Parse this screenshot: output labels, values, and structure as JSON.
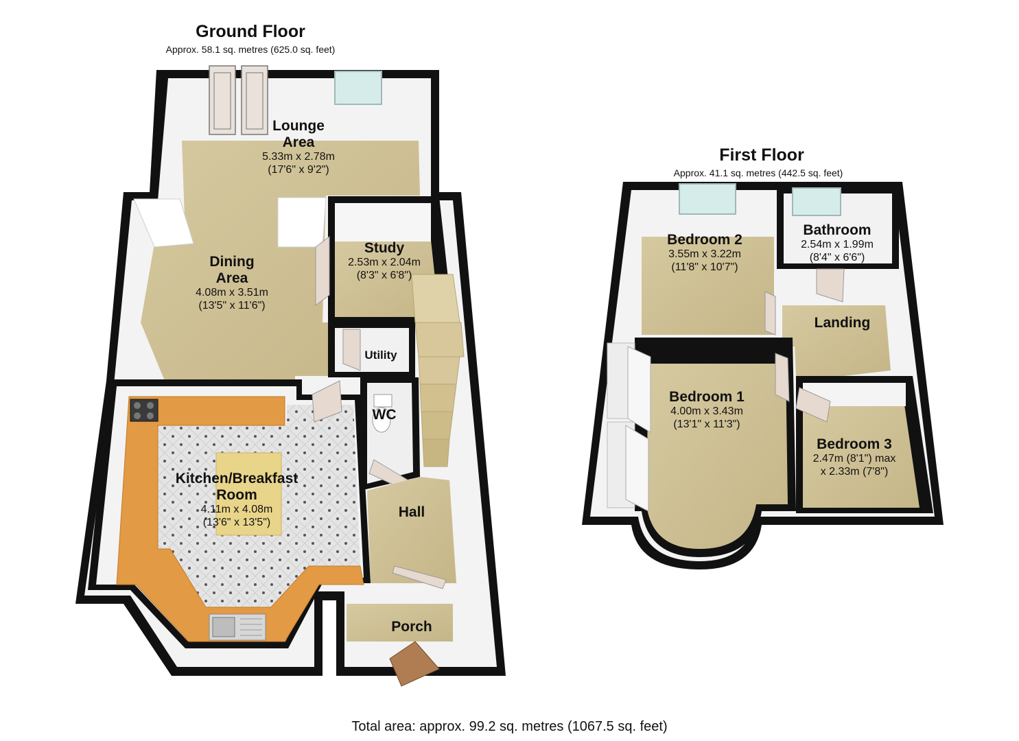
{
  "ground_floor": {
    "title": "Ground Floor",
    "area": "Approx. 58.1 sq. metres (625.0 sq. feet)",
    "rooms": [
      {
        "name_lines": [
          "Lounge",
          "Area"
        ],
        "dimensions": [
          "5.33m x 2.78m",
          "(17'6\" x 9'2\")"
        ]
      },
      {
        "name_lines": [
          "Dining",
          "Area"
        ],
        "dimensions": [
          "4.08m x 3.51m",
          "(13'5\" x 11'6\")"
        ]
      },
      {
        "name_lines": [
          "Study"
        ],
        "dimensions": [
          "2.53m x 2.04m",
          "(8'3\" x 6'8\")"
        ]
      },
      {
        "name_lines": [
          "Utility"
        ],
        "dimensions": []
      },
      {
        "name_lines": [
          "WC"
        ],
        "dimensions": []
      },
      {
        "name_lines": [
          "Kitchen/Breakfast",
          "Room"
        ],
        "dimensions": [
          "4.11m x 4.08m",
          "(13'6\" x 13'5\")"
        ]
      },
      {
        "name_lines": [
          "Hall"
        ],
        "dimensions": []
      },
      {
        "name_lines": [
          "Porch"
        ],
        "dimensions": []
      }
    ]
  },
  "first_floor": {
    "title": "First Floor",
    "area": "Approx. 41.1 sq. metres (442.5 sq. feet)",
    "rooms": [
      {
        "name_lines": [
          "Bedroom 2"
        ],
        "dimensions": [
          "3.55m x 3.22m",
          "(11'8\" x 10'7\")"
        ]
      },
      {
        "name_lines": [
          "Bathroom"
        ],
        "dimensions": [
          "2.54m x 1.99m",
          "(8'4\" x 6'6\")"
        ]
      },
      {
        "name_lines": [
          "Landing"
        ],
        "dimensions": []
      },
      {
        "name_lines": [
          "Bedroom 1"
        ],
        "dimensions": [
          "4.00m x 3.43m",
          "(13'1\" x 11'3\")"
        ]
      },
      {
        "name_lines": [
          "Bedroom 3"
        ],
        "dimensions": [
          "2.47m (8'1\") max",
          "x 2.33m (7'8\")"
        ]
      }
    ]
  },
  "total_area": "Total area: approx. 99.2 sq. metres (1067.5 sq. feet)",
  "colors": {
    "wall": "#111111",
    "wall_face": "#f4f4f4",
    "carpet": "#cdbf94",
    "tile": "#e2e2e2",
    "counter": "#e39a44",
    "stairs": "#d8c79a",
    "window": "#d6ecea",
    "door": "#e6d9d0"
  }
}
